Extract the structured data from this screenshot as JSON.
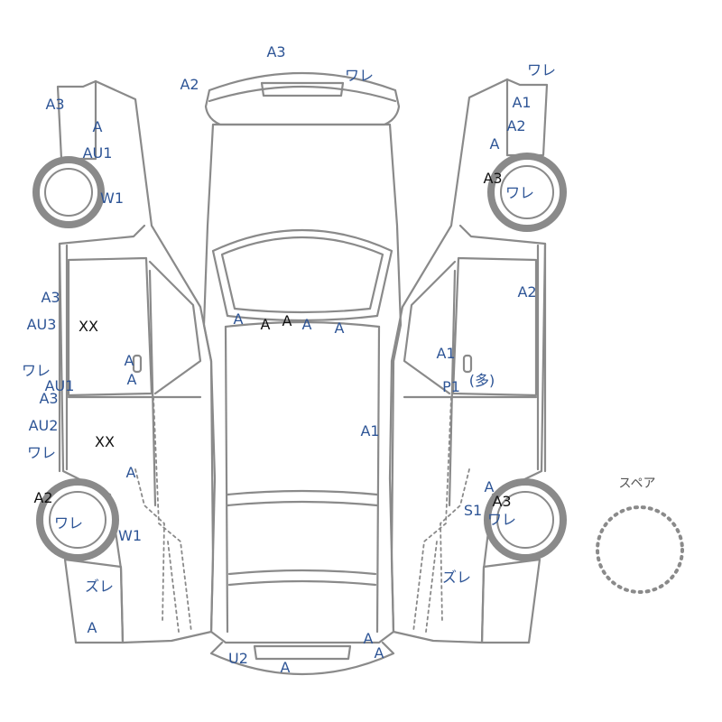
{
  "labels": [
    {
      "text": "A3",
      "color": "blue"
    },
    {
      "text": "ワレ",
      "color": "blue"
    },
    {
      "text": "A2",
      "color": "blue"
    },
    {
      "text": "A3",
      "color": "blue"
    },
    {
      "text": "A",
      "color": "blue"
    },
    {
      "text": "AU1",
      "color": "blue"
    },
    {
      "text": "W1",
      "color": "blue"
    },
    {
      "text": "ワレ",
      "color": "blue"
    },
    {
      "text": "A1",
      "color": "blue"
    },
    {
      "text": "A2",
      "color": "blue"
    },
    {
      "text": "A",
      "color": "blue"
    },
    {
      "text": "A3",
      "color": "black"
    },
    {
      "text": "ワレ",
      "color": "blue"
    },
    {
      "text": "A3",
      "color": "blue"
    },
    {
      "text": "AU3",
      "color": "blue"
    },
    {
      "text": "XX",
      "color": "black"
    },
    {
      "text": "A",
      "color": "blue"
    },
    {
      "text": "A",
      "color": "blue"
    },
    {
      "text": "ワレ",
      "color": "blue"
    },
    {
      "text": "AU1",
      "color": "blue"
    },
    {
      "text": "A3",
      "color": "blue"
    },
    {
      "text": "AU2",
      "color": "blue"
    },
    {
      "text": "XX",
      "color": "black"
    },
    {
      "text": "ワレ",
      "color": "blue"
    },
    {
      "text": "A",
      "color": "blue"
    },
    {
      "text": "A2",
      "color": "black"
    },
    {
      "text": "ワレ",
      "color": "blue"
    },
    {
      "text": "W1",
      "color": "blue"
    },
    {
      "text": "ズレ",
      "color": "blue"
    },
    {
      "text": "A",
      "color": "blue"
    },
    {
      "text": "A",
      "color": "blue"
    },
    {
      "text": "A",
      "color": "black"
    },
    {
      "text": "A",
      "color": "black"
    },
    {
      "text": "A",
      "color": "blue"
    },
    {
      "text": "A",
      "color": "blue"
    },
    {
      "text": "A1",
      "color": "blue"
    },
    {
      "text": "A2",
      "color": "blue"
    },
    {
      "text": "A1",
      "color": "blue"
    },
    {
      "text": "P1",
      "color": "blue"
    },
    {
      "text": "(多)",
      "color": "blue"
    },
    {
      "text": "A",
      "color": "blue"
    },
    {
      "text": "A3",
      "color": "black"
    },
    {
      "text": "S1",
      "color": "blue"
    },
    {
      "text": "ワレ",
      "color": "blue"
    },
    {
      "text": "ズレ",
      "color": "blue"
    },
    {
      "text": "U2",
      "color": "blue"
    },
    {
      "text": "A",
      "color": "blue"
    },
    {
      "text": "A",
      "color": "blue"
    },
    {
      "text": "A",
      "color": "blue"
    }
  ],
  "spare": {
    "label": "スペア"
  },
  "colors": {
    "blue": "#2e5596",
    "black": "#111111",
    "line": "#8a8a8a"
  }
}
